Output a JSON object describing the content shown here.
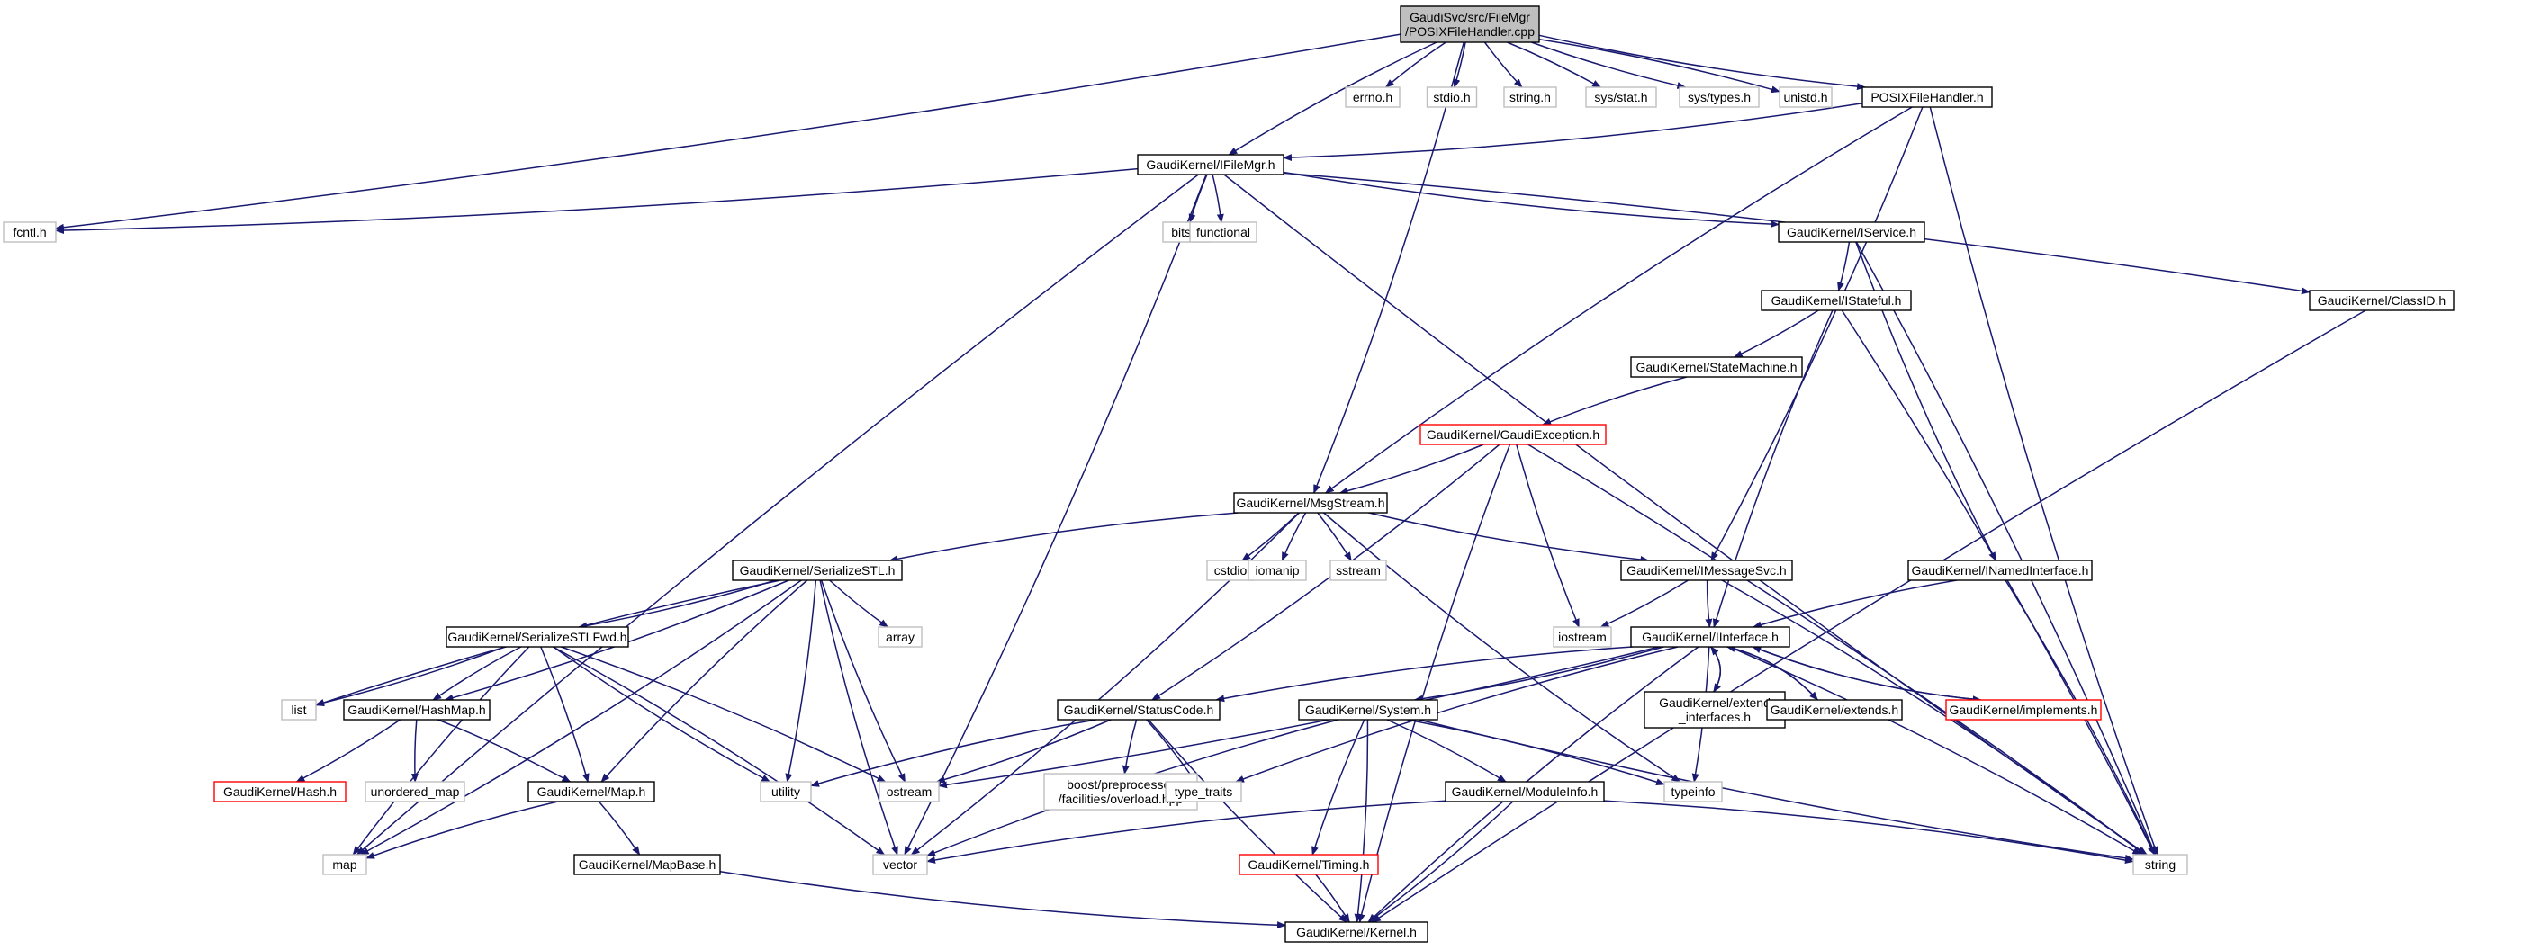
{
  "colors": {
    "edge": "#191970",
    "normal_border": "#000000",
    "root_fill": "#bfbfbf",
    "external_border": "#bfbfbf",
    "truncated_border": "#ff0000",
    "background": "#ffffff"
  },
  "nodes": [
    {
      "id": "root",
      "lines": [
        "GaudiSvc/src/FileMgr",
        "/POSIXFileHandler.cpp"
      ],
      "kind": "root"
    },
    {
      "id": "fcntl",
      "lines": [
        "fcntl.h"
      ],
      "kind": "external"
    },
    {
      "id": "ifilemgr",
      "lines": [
        "GaudiKernel/IFileMgr.h"
      ],
      "kind": "normal"
    },
    {
      "id": "msgstream",
      "lines": [
        "GaudiKernel/MsgStream.h"
      ],
      "kind": "normal"
    },
    {
      "id": "errno",
      "lines": [
        "errno.h"
      ],
      "kind": "external"
    },
    {
      "id": "stdio",
      "lines": [
        "stdio.h"
      ],
      "kind": "external"
    },
    {
      "id": "stringh",
      "lines": [
        "string.h"
      ],
      "kind": "external"
    },
    {
      "id": "sysstat",
      "lines": [
        "sys/stat.h"
      ],
      "kind": "external"
    },
    {
      "id": "systypes",
      "lines": [
        "sys/types.h"
      ],
      "kind": "external"
    },
    {
      "id": "unistd",
      "lines": [
        "unistd.h"
      ],
      "kind": "external"
    },
    {
      "id": "posixh",
      "lines": [
        "POSIXFileHandler.h"
      ],
      "kind": "normal"
    },
    {
      "id": "bitset",
      "lines": [
        "bitset"
      ],
      "kind": "external"
    },
    {
      "id": "functional",
      "lines": [
        "functional"
      ],
      "kind": "external"
    },
    {
      "id": "iservice",
      "lines": [
        "GaudiKernel/IService.h"
      ],
      "kind": "normal"
    },
    {
      "id": "classid",
      "lines": [
        "GaudiKernel/ClassID.h"
      ],
      "kind": "normal"
    },
    {
      "id": "istateful",
      "lines": [
        "GaudiKernel/IStateful.h"
      ],
      "kind": "normal"
    },
    {
      "id": "statemachine",
      "lines": [
        "GaudiKernel/StateMachine.h"
      ],
      "kind": "normal"
    },
    {
      "id": "gaudiexception",
      "lines": [
        "GaudiKernel/GaudiException.h"
      ],
      "kind": "truncated"
    },
    {
      "id": "serializestl",
      "lines": [
        "GaudiKernel/SerializeSTL.h"
      ],
      "kind": "normal"
    },
    {
      "id": "cstdio",
      "lines": [
        "cstdio"
      ],
      "kind": "external"
    },
    {
      "id": "iomanip",
      "lines": [
        "iomanip"
      ],
      "kind": "external"
    },
    {
      "id": "sstream",
      "lines": [
        "sstream"
      ],
      "kind": "external"
    },
    {
      "id": "imessagesvc",
      "lines": [
        "GaudiKernel/IMessageSvc.h"
      ],
      "kind": "normal"
    },
    {
      "id": "inamedinterface",
      "lines": [
        "GaudiKernel/INamedInterface.h"
      ],
      "kind": "normal"
    },
    {
      "id": "array",
      "lines": [
        "array"
      ],
      "kind": "external"
    },
    {
      "id": "serializestlfwd",
      "lines": [
        "GaudiKernel/SerializeSTLFwd.h"
      ],
      "kind": "normal"
    },
    {
      "id": "iostream",
      "lines": [
        "iostream"
      ],
      "kind": "external"
    },
    {
      "id": "iinterface",
      "lines": [
        "GaudiKernel/IInterface.h"
      ],
      "kind": "normal"
    },
    {
      "id": "list",
      "lines": [
        "list"
      ],
      "kind": "external"
    },
    {
      "id": "hashmap",
      "lines": [
        "GaudiKernel/HashMap.h"
      ],
      "kind": "normal"
    },
    {
      "id": "statuscode",
      "lines": [
        "GaudiKernel/StatusCode.h"
      ],
      "kind": "normal"
    },
    {
      "id": "system",
      "lines": [
        "GaudiKernel/System.h"
      ],
      "kind": "normal"
    },
    {
      "id": "extendinterfaces",
      "lines": [
        "GaudiKernel/extend",
        "_interfaces.h"
      ],
      "kind": "normal"
    },
    {
      "id": "extends",
      "lines": [
        "GaudiKernel/extends.h"
      ],
      "kind": "normal"
    },
    {
      "id": "implements",
      "lines": [
        "GaudiKernel/implements.h"
      ],
      "kind": "truncated"
    },
    {
      "id": "hash",
      "lines": [
        "GaudiKernel/Hash.h"
      ],
      "kind": "truncated"
    },
    {
      "id": "unorderedmap",
      "lines": [
        "unordered_map"
      ],
      "kind": "external"
    },
    {
      "id": "maph",
      "lines": [
        "GaudiKernel/Map.h"
      ],
      "kind": "normal"
    },
    {
      "id": "utility",
      "lines": [
        "utility"
      ],
      "kind": "external"
    },
    {
      "id": "ostream",
      "lines": [
        "ostream"
      ],
      "kind": "external"
    },
    {
      "id": "overload",
      "lines": [
        "boost/preprocessor",
        "/facilities/overload.hpp"
      ],
      "kind": "external"
    },
    {
      "id": "typetraits",
      "lines": [
        "type_traits"
      ],
      "kind": "external"
    },
    {
      "id": "moduleinfo",
      "lines": [
        "GaudiKernel/ModuleInfo.h"
      ],
      "kind": "normal"
    },
    {
      "id": "typeinfo",
      "lines": [
        "typeinfo"
      ],
      "kind": "external"
    },
    {
      "id": "map",
      "lines": [
        "map"
      ],
      "kind": "external"
    },
    {
      "id": "vector",
      "lines": [
        "vector"
      ],
      "kind": "external"
    },
    {
      "id": "mapbase",
      "lines": [
        "GaudiKernel/MapBase.h"
      ],
      "kind": "normal"
    },
    {
      "id": "timing",
      "lines": [
        "GaudiKernel/Timing.h"
      ],
      "kind": "truncated"
    },
    {
      "id": "stringstd",
      "lines": [
        "string"
      ],
      "kind": "external"
    },
    {
      "id": "kernel",
      "lines": [
        "GaudiKernel/Kernel.h"
      ],
      "kind": "normal"
    }
  ],
  "edges": [
    [
      "root",
      "fcntl"
    ],
    [
      "root",
      "ifilemgr"
    ],
    [
      "root",
      "msgstream"
    ],
    [
      "root",
      "errno"
    ],
    [
      "root",
      "stdio"
    ],
    [
      "root",
      "stringh"
    ],
    [
      "root",
      "sysstat"
    ],
    [
      "root",
      "systypes"
    ],
    [
      "root",
      "unistd"
    ],
    [
      "root",
      "posixh"
    ],
    [
      "posixh",
      "ifilemgr"
    ],
    [
      "posixh",
      "msgstream"
    ],
    [
      "posixh",
      "imessagesvc"
    ],
    [
      "posixh",
      "stringstd"
    ],
    [
      "ifilemgr",
      "fcntl"
    ],
    [
      "ifilemgr",
      "bitset"
    ],
    [
      "ifilemgr",
      "functional"
    ],
    [
      "ifilemgr",
      "iservice"
    ],
    [
      "ifilemgr",
      "classid"
    ],
    [
      "ifilemgr",
      "map"
    ],
    [
      "ifilemgr",
      "vector"
    ],
    [
      "ifilemgr",
      "stringstd"
    ],
    [
      "iservice",
      "istateful"
    ],
    [
      "iservice",
      "inamedinterface"
    ],
    [
      "iservice",
      "stringstd"
    ],
    [
      "classid",
      "kernel"
    ],
    [
      "istateful",
      "statemachine"
    ],
    [
      "istateful",
      "iinterface"
    ],
    [
      "istateful",
      "stringstd"
    ],
    [
      "statemachine",
      "gaudiexception"
    ],
    [
      "gaudiexception",
      "msgstream"
    ],
    [
      "gaudiexception",
      "kernel"
    ],
    [
      "gaudiexception",
      "statuscode"
    ],
    [
      "gaudiexception",
      "iostream"
    ],
    [
      "gaudiexception",
      "stringstd"
    ],
    [
      "msgstream",
      "serializestl"
    ],
    [
      "msgstream",
      "cstdio"
    ],
    [
      "msgstream",
      "iomanip"
    ],
    [
      "msgstream",
      "sstream"
    ],
    [
      "msgstream",
      "imessagesvc"
    ],
    [
      "msgstream",
      "vector"
    ],
    [
      "msgstream",
      "typeinfo"
    ],
    [
      "imessagesvc",
      "iostream"
    ],
    [
      "imessagesvc",
      "iinterface"
    ],
    [
      "imessagesvc",
      "stringstd"
    ],
    [
      "inamedinterface",
      "iinterface"
    ],
    [
      "inamedinterface",
      "stringstd"
    ],
    [
      "serializestl",
      "array"
    ],
    [
      "serializestl",
      "serializestlfwd"
    ],
    [
      "serializestl",
      "list"
    ],
    [
      "serializestl",
      "hashmap"
    ],
    [
      "serializestl",
      "maph"
    ],
    [
      "serializestl",
      "utility"
    ],
    [
      "serializestl",
      "ostream"
    ],
    [
      "serializestl",
      "map"
    ],
    [
      "serializestl",
      "vector"
    ],
    [
      "serializestlfwd",
      "list"
    ],
    [
      "serializestlfwd",
      "hashmap"
    ],
    [
      "serializestlfwd",
      "maph"
    ],
    [
      "serializestlfwd",
      "utility"
    ],
    [
      "serializestlfwd",
      "ostream"
    ],
    [
      "serializestlfwd",
      "map"
    ],
    [
      "serializestlfwd",
      "vector"
    ],
    [
      "iinterface",
      "statuscode"
    ],
    [
      "iinterface",
      "system"
    ],
    [
      "iinterface",
      "extendinterfaces"
    ],
    [
      "iinterface",
      "extends"
    ],
    [
      "iinterface",
      "implements"
    ],
    [
      "iinterface",
      "ostream"
    ],
    [
      "iinterface",
      "typetraits"
    ],
    [
      "iinterface",
      "typeinfo"
    ],
    [
      "iinterface",
      "kernel"
    ],
    [
      "iinterface",
      "stringstd"
    ],
    [
      "extendinterfaces",
      "iinterface"
    ],
    [
      "extends",
      "iinterface"
    ],
    [
      "implements",
      "iinterface"
    ],
    [
      "hashmap",
      "hash"
    ],
    [
      "hashmap",
      "unorderedmap"
    ],
    [
      "hashmap",
      "maph"
    ],
    [
      "statuscode",
      "utility"
    ],
    [
      "statuscode",
      "ostream"
    ],
    [
      "statuscode",
      "overload"
    ],
    [
      "statuscode",
      "typetraits"
    ],
    [
      "statuscode",
      "kernel"
    ],
    [
      "system",
      "moduleinfo"
    ],
    [
      "system",
      "timing"
    ],
    [
      "system",
      "typeinfo"
    ],
    [
      "system",
      "vector"
    ],
    [
      "system",
      "kernel"
    ],
    [
      "system",
      "stringstd"
    ],
    [
      "moduleinfo",
      "kernel"
    ],
    [
      "moduleinfo",
      "vector"
    ],
    [
      "moduleinfo",
      "stringstd"
    ],
    [
      "maph",
      "map"
    ],
    [
      "maph",
      "mapbase"
    ],
    [
      "mapbase",
      "kernel"
    ],
    [
      "timing",
      "kernel"
    ]
  ]
}
